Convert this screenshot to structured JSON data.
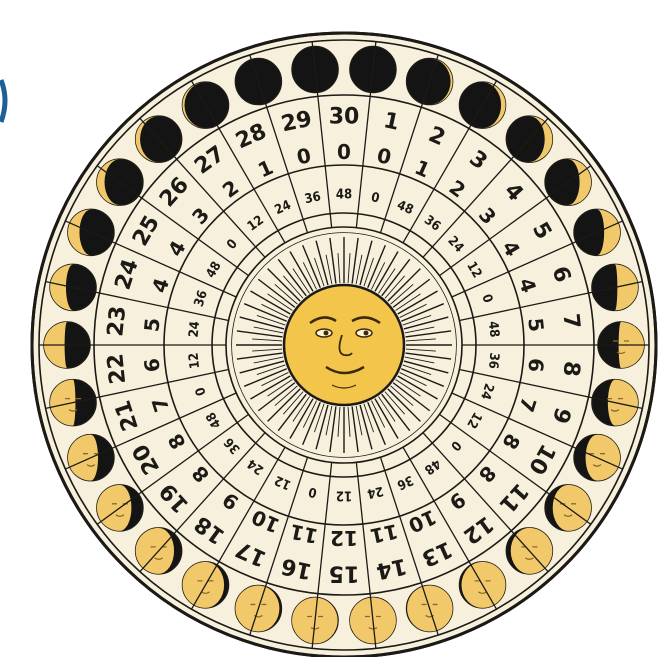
{
  "colors": {
    "paper": "#f7f0dc",
    "ink": "#1c1a16",
    "moon_light": "#f2c96a",
    "moon_dark": "#141414",
    "sun": "#f3c64b",
    "corner_mark": "#1e5f96"
  },
  "decor": {
    "corner_mark_icon": "partial-blue-arc"
  },
  "moon_phases": {
    "icon": "moon-phase-icon",
    "count": 30
  },
  "day_ring": [
    "1",
    "2",
    "3",
    "4",
    "5",
    "6",
    "7",
    "8",
    "9",
    "10",
    "11",
    "12",
    "13",
    "14",
    "15",
    "16",
    "17",
    "18",
    "19",
    "20",
    "21",
    "22",
    "23",
    "24",
    "25",
    "26",
    "27",
    "28",
    "29",
    "30"
  ],
  "hour_ring": [
    "0",
    "1",
    "2",
    "3",
    "4",
    "4",
    "5",
    "6",
    "7",
    "8",
    "8",
    "9",
    "10",
    "11",
    "12",
    "11",
    "10",
    "9",
    "8",
    "8",
    "7",
    "6",
    "5",
    "4",
    "4",
    "3",
    "2",
    "1",
    "0",
    "0"
  ],
  "minute_ring": [
    "0",
    "48",
    "36",
    "24",
    "12",
    "0",
    "48",
    "36",
    "24",
    "12",
    "0",
    "48",
    "36",
    "24",
    "12",
    "0",
    "12",
    "24",
    "36",
    "48",
    "0",
    "12",
    "24",
    "36",
    "48",
    "0",
    "12",
    "24",
    "36",
    "48"
  ],
  "sun_icon": "sun-face-icon"
}
